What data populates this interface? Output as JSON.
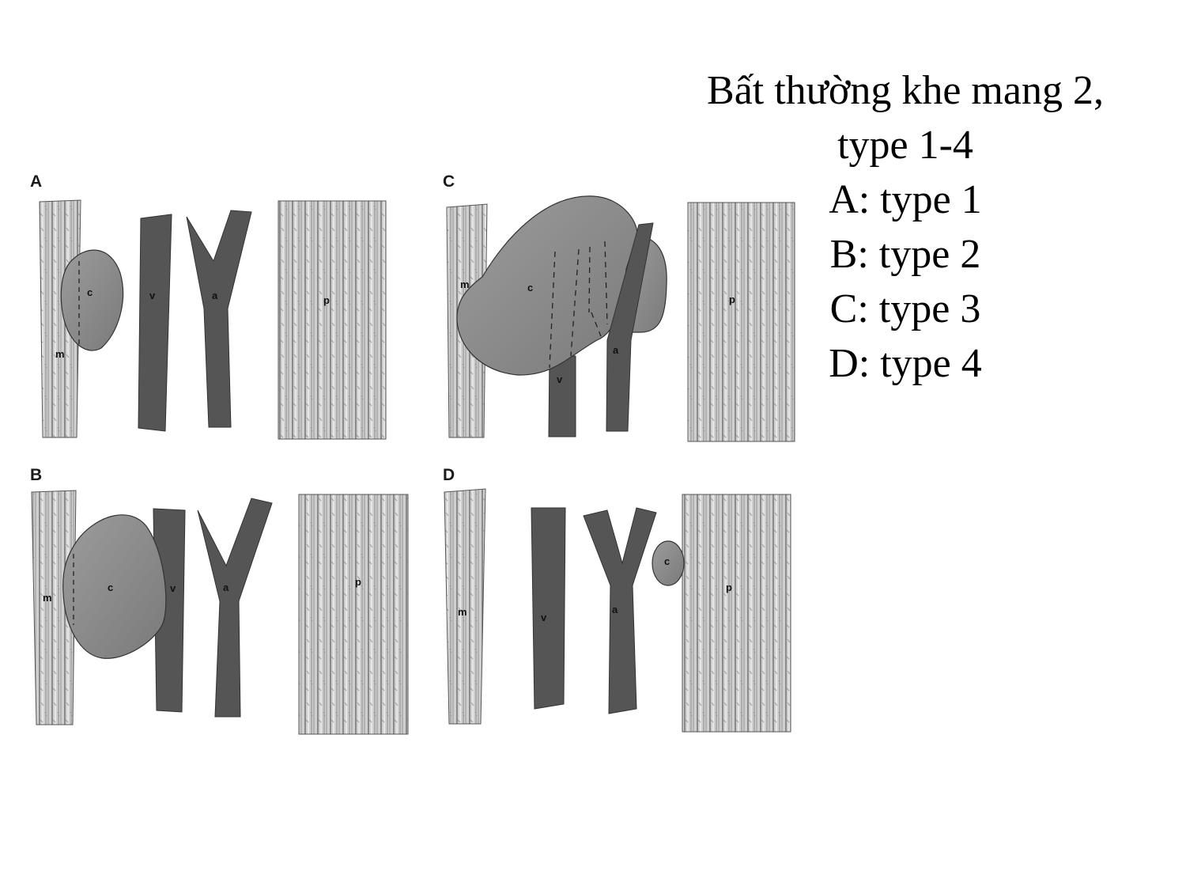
{
  "caption": {
    "title_line1": "Bất thường khe mang 2,",
    "title_line2": "type 1-4",
    "items": [
      "A: type 1",
      "B: type 2",
      "C: type 3",
      "D: type 4"
    ]
  },
  "panels": [
    {
      "letter": "A",
      "labels": {
        "c": "c",
        "m": "m",
        "v": "v",
        "a": "a",
        "p": "p"
      }
    },
    {
      "letter": "B",
      "labels": {
        "c": "c",
        "m": "m",
        "v": "v",
        "a": "a",
        "p": "p"
      }
    },
    {
      "letter": "C",
      "labels": {
        "c": "c",
        "m": "m",
        "v": "v",
        "a": "a",
        "p": "p"
      }
    },
    {
      "letter": "D",
      "labels": {
        "c": "c",
        "m": "m",
        "v": "v",
        "a": "a",
        "p": "p"
      }
    }
  ],
  "colors": {
    "vessel": "#555555",
    "cyst": "#8c8c8c",
    "muscle": "#c9c9c9",
    "background": "#ffffff"
  }
}
